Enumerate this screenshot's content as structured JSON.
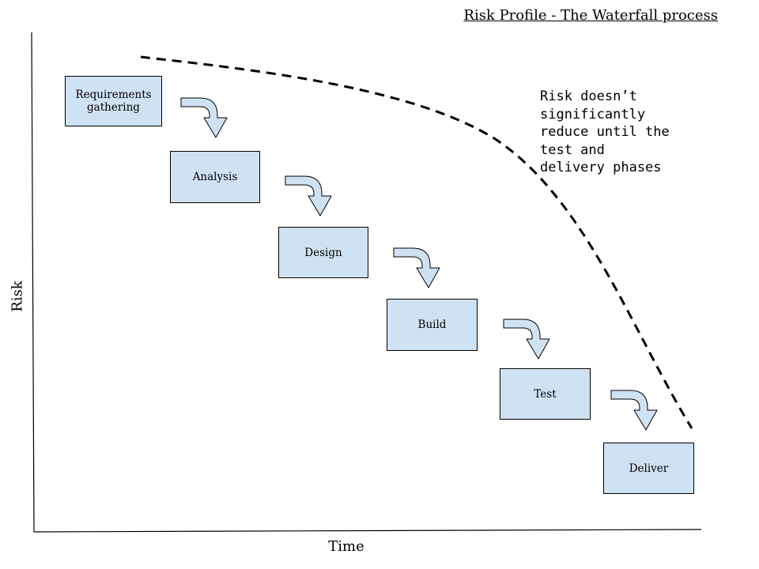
{
  "title": "Risk Profile - The Waterfall process",
  "axes": {
    "y_label": "Risk",
    "x_label": "Time"
  },
  "phases": [
    {
      "label": "Requirements gathering"
    },
    {
      "label": "Analysis"
    },
    {
      "label": "Design"
    },
    {
      "label": "Build"
    },
    {
      "label": "Test"
    },
    {
      "label": "Deliver"
    }
  ],
  "annotation": "Risk doesn’t\nsignificantly\nreduce until the\ntest and\ndelivery phases",
  "colors": {
    "box_fill": "#cfe2f3",
    "line": "#000000"
  }
}
